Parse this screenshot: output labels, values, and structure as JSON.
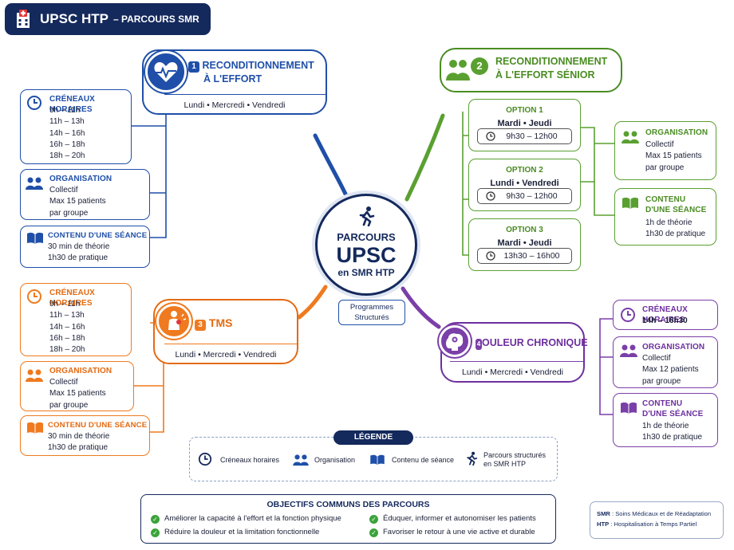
{
  "banner": {
    "title": "UPSC HTP",
    "subtitle": "– PARCOURS SMR",
    "icon": "hospital-icon"
  },
  "center": {
    "line1": "PARCOURS",
    "line2": "UPSC",
    "line3": "en SMR HTP",
    "icon": "runner-icon",
    "tag_line1": "Programmes",
    "tag_line2": "Structurés"
  },
  "colors": {
    "navy": "#14295c",
    "blue": "#1f4fa8",
    "green": "#5aa031",
    "orange": "#ef7a1f",
    "purple": "#7b3fa8"
  },
  "p1": {
    "num": "1",
    "title1": "RECONDITIONNEMENT",
    "title2": "À L'EFFORT",
    "days": "Lundi • Mercredi • Vendredi",
    "icon": "heart-pulse-icon",
    "slots_label": "CRÉNEAUX HORAIRES",
    "slots": [
      "9h – 11h",
      "11h – 13h",
      "14h – 16h",
      "16h – 18h",
      "18h – 20h"
    ],
    "org_label": "ORGANISATION",
    "org": [
      "Collectif",
      "Max 15 patients",
      "par groupe"
    ],
    "content_label": "CONTENU D'UNE SÉANCE",
    "content": [
      "30 min de théorie",
      "1h30 de pratique"
    ]
  },
  "p2": {
    "num": "2",
    "title1": "RECONDITIONNEMENT",
    "title2": "À L'EFFORT SÉNIOR",
    "icon": "seniors-icon",
    "options": [
      {
        "label": "OPTION 1",
        "days": "Mardi • Jeudi",
        "time": "9h30 – 12h00"
      },
      {
        "label": "OPTION 2",
        "days": "Lundi • Vendredi",
        "time": "9h30 – 12h00"
      },
      {
        "label": "OPTION 3",
        "days": "Mardi • Jeudi",
        "time": "13h30 – 16h00"
      }
    ],
    "org_label": "ORGANISATION",
    "org": [
      "Collectif",
      "Max 15 patients",
      "par groupe"
    ],
    "content_label1": "CONTENU",
    "content_label2": "D'UNE SÉANCE",
    "content": [
      "1h de théorie",
      "1h30 de pratique"
    ]
  },
  "p3": {
    "num": "3",
    "title": "TMS",
    "days": "Lundi • Mercredi • Vendredi",
    "icon": "joint-pain-icon",
    "slots_label": "CRÉNEAUX HORAIRES",
    "slots": [
      "9h – 11h",
      "11h – 13h",
      "14h – 16h",
      "16h – 18h",
      "18h – 20h"
    ],
    "org_label": "ORGANISATION",
    "org": [
      "Collectif",
      "Max 15 patients",
      "par groupe"
    ],
    "content_label": "CONTENU D'UNE SÉANCE",
    "content": [
      "30 min de théorie",
      "1h30 de pratique"
    ]
  },
  "p4": {
    "num": "4",
    "title": "OULEUR CHRONIQUE",
    "days": "Lundi • Mercredi • Vendredi",
    "icon": "brain-pain-icon",
    "slots_label": "CRÉNEAUX HORAIRES",
    "slots": [
      "14h – 16h30"
    ],
    "org_label": "ORGANISATION",
    "org": [
      "Collectif",
      "Max 12 patients",
      "par groupe"
    ],
    "content_label1": "CONTENU",
    "content_label2": "D'UNE SÉANCE",
    "content": [
      "1h de théorie",
      "1h30 de pratique"
    ]
  },
  "legend": {
    "title": "LÉGENDE",
    "items": [
      {
        "icon": "clock-icon",
        "label": "Créneaux horaires"
      },
      {
        "icon": "group-icon",
        "label": "Organisation"
      },
      {
        "icon": "book-icon",
        "label": "Contenu de séance"
      },
      {
        "icon": "runner-icon",
        "label1": "Parcours structurés",
        "label2": "en SMR HTP"
      }
    ]
  },
  "objectives": {
    "title": "OBJECTIFS COMMUNS DES PARCOURS",
    "items": [
      "Améliorer la capacité à l'effort et la fonction physique",
      "Réduire la douleur et la limitation fonctionnelle",
      "Éduquer, informer et autonomiser les patients",
      "Favoriser le retour à une vie active et durable"
    ]
  },
  "abbr": [
    {
      "key": "SMR",
      "value": " : Soins Médicaux et de Réadaptation"
    },
    {
      "key": "HTP",
      "value": " : Hospitalisation à Temps Partiel"
    }
  ]
}
